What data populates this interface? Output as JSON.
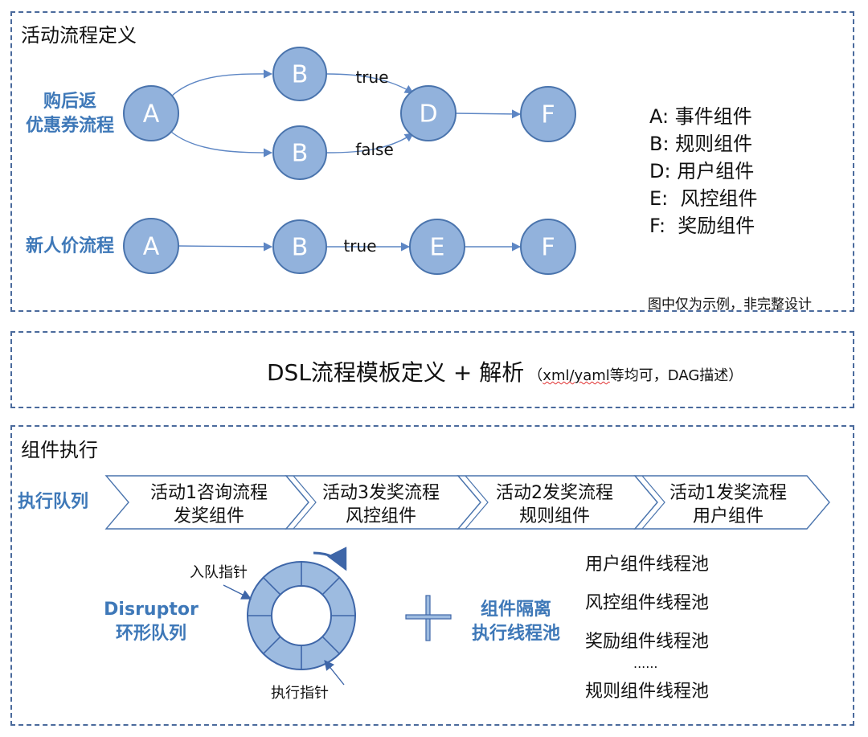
{
  "section1": {
    "title": "活动流程定义",
    "flow1_label_line1": "购后返",
    "flow1_label_line2": "优惠券流程",
    "flow2_label": "新人价流程",
    "nodes": {
      "f1_a": "A",
      "f1_b_top": "B",
      "f1_b_bottom": "B",
      "f1_d": "D",
      "f1_f": "F",
      "f2_a": "A",
      "f2_b": "B",
      "f2_e": "E",
      "f2_f": "F"
    },
    "edge_labels": {
      "f1_true": "true",
      "f1_false": "false",
      "f2_true": "true"
    },
    "legend": [
      "A: 事件组件",
      "B: 规则组件",
      "D: 用户组件",
      "E:  风控组件",
      "F:  奖励组件"
    ],
    "note": "图中仅为示例，非完整设计"
  },
  "section2": {
    "main": "DSL流程模板定义 + 解析",
    "sub_open": "（",
    "sub_squiggle": "xml/yaml",
    "sub_rest": "等均可，DAG描述）"
  },
  "section3": {
    "title": "组件执行",
    "queue_label": "执行队列",
    "queue": [
      {
        "line1": "活动1咨询流程",
        "line2": "发奖组件"
      },
      {
        "line1": "活动3发奖流程",
        "line2": "风控组件"
      },
      {
        "line1": "活动2发奖流程",
        "line2": "规则组件"
      },
      {
        "line1": "活动1发奖流程",
        "line2": "用户组件"
      }
    ],
    "enqueue_pointer": "入队指针",
    "exec_pointer": "执行指针",
    "disruptor_line1": "Disruptor",
    "disruptor_line2": "环形队列",
    "isolation_line1": "组件隔离",
    "isolation_line2": "执行线程池",
    "pools": [
      "用户组件线程池",
      "风控组件线程池",
      "奖励组件线程池",
      "......",
      "规则组件线程池"
    ]
  }
}
